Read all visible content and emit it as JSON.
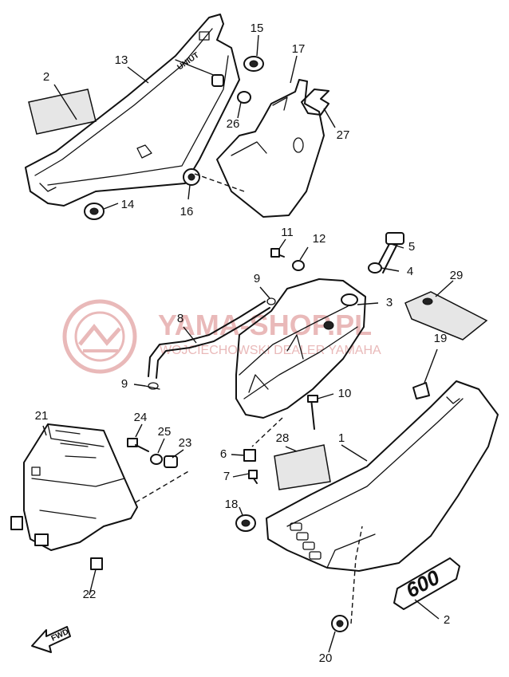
{
  "watermark": {
    "line1": "YAMA-SHOP.PL",
    "line2": "WOJCIECHOWSKI DEALER YAMAHA",
    "color": "#e9b9b9"
  },
  "badge_text": "600",
  "fwd_label": "FWD",
  "callouts": [
    {
      "id": "2a",
      "label": "2"
    },
    {
      "id": "13",
      "label": "13"
    },
    {
      "id": "15",
      "label": "15"
    },
    {
      "id": "17",
      "label": "17"
    },
    {
      "id": "26",
      "label": "26"
    },
    {
      "id": "27",
      "label": "27"
    },
    {
      "id": "14",
      "label": "14"
    },
    {
      "id": "16",
      "label": "16"
    },
    {
      "id": "11",
      "label": "11"
    },
    {
      "id": "12",
      "label": "12"
    },
    {
      "id": "5",
      "label": "5"
    },
    {
      "id": "4",
      "label": "4"
    },
    {
      "id": "9a",
      "label": "9"
    },
    {
      "id": "3",
      "label": "3"
    },
    {
      "id": "29",
      "label": "29"
    },
    {
      "id": "8",
      "label": "8"
    },
    {
      "id": "9b",
      "label": "9"
    },
    {
      "id": "10",
      "label": "10"
    },
    {
      "id": "19",
      "label": "19"
    },
    {
      "id": "21",
      "label": "21"
    },
    {
      "id": "24",
      "label": "24"
    },
    {
      "id": "25",
      "label": "25"
    },
    {
      "id": "23",
      "label": "23"
    },
    {
      "id": "6",
      "label": "6"
    },
    {
      "id": "28",
      "label": "28"
    },
    {
      "id": "1",
      "label": "1"
    },
    {
      "id": "7",
      "label": "7"
    },
    {
      "id": "18",
      "label": "18"
    },
    {
      "id": "22",
      "label": "22"
    },
    {
      "id": "2b",
      "label": "2"
    },
    {
      "id": "20",
      "label": "20"
    }
  ]
}
